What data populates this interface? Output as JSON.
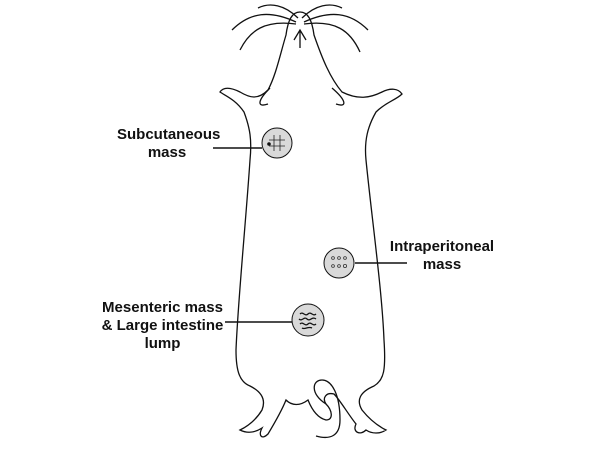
{
  "labels": {
    "subcutaneous": [
      "Subcutaneous",
      "mass"
    ],
    "intraperitoneal": [
      "Intraperitoneal",
      "mass"
    ],
    "mesenteric": [
      "Mesenteric mass",
      "& Large intestine",
      "lump"
    ]
  },
  "colors": {
    "outline": "#111111",
    "mass_fill": "#d9d9d9"
  }
}
